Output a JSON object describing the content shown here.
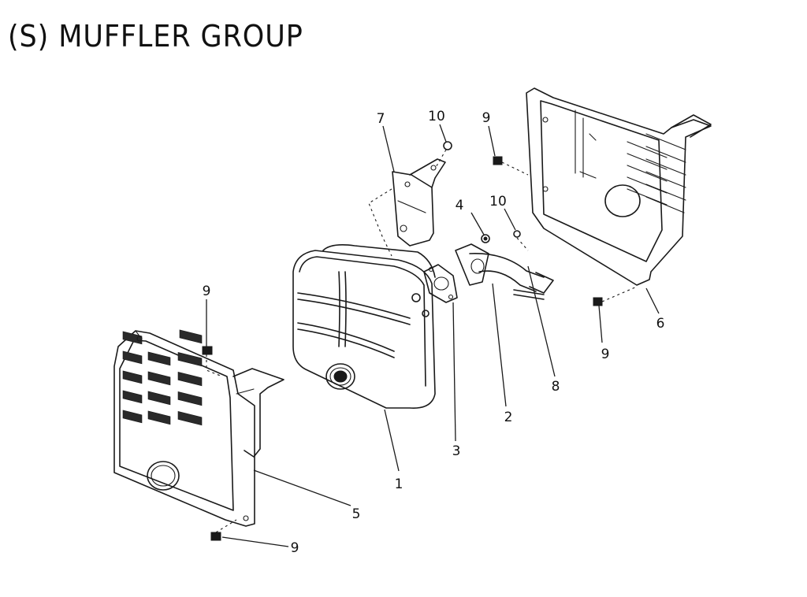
{
  "title": "(S) MUFFLER GROUP",
  "callouts": [
    {
      "id": "c1",
      "label": "1"
    },
    {
      "id": "c2",
      "label": "2"
    },
    {
      "id": "c3",
      "label": "3"
    },
    {
      "id": "c4",
      "label": "4"
    },
    {
      "id": "c5",
      "label": "5"
    },
    {
      "id": "c6",
      "label": "6"
    },
    {
      "id": "c7",
      "label": "7"
    },
    {
      "id": "c8",
      "label": "8"
    },
    {
      "id": "c9a",
      "label": "9"
    },
    {
      "id": "c9b",
      "label": "9"
    },
    {
      "id": "c9c",
      "label": "9"
    },
    {
      "id": "c9d",
      "label": "9"
    },
    {
      "id": "c10a",
      "label": "10"
    },
    {
      "id": "c10b",
      "label": "10"
    }
  ]
}
